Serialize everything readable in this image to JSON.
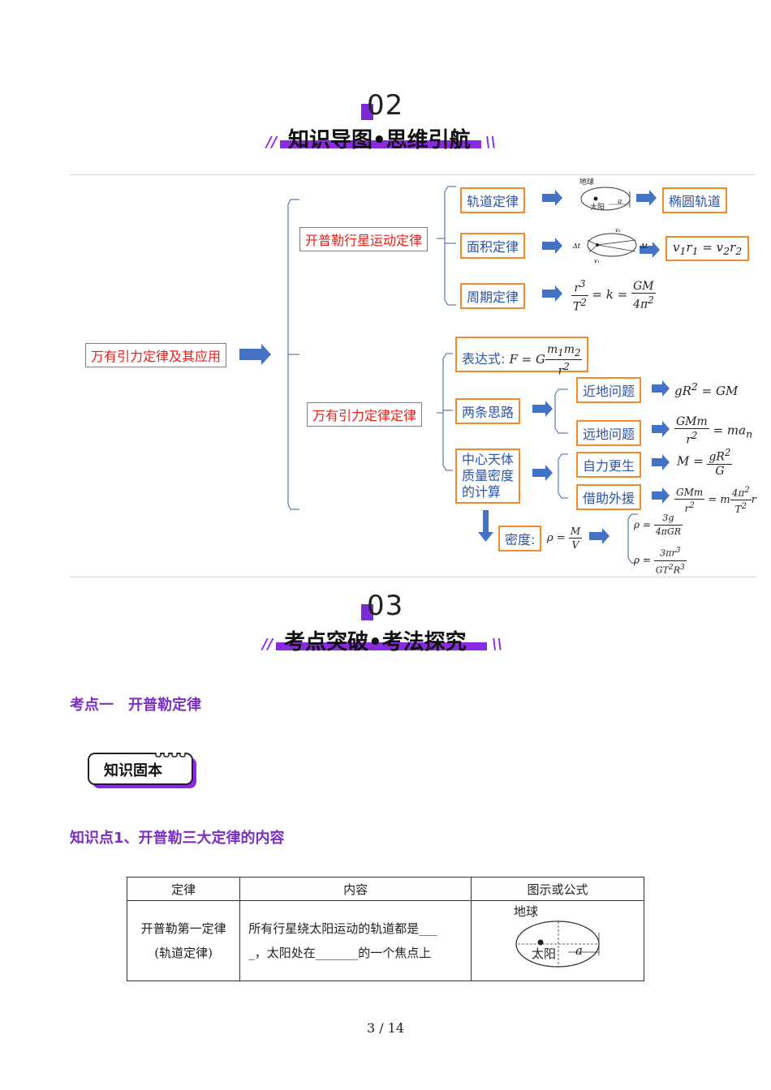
{
  "section2": {
    "number": "02",
    "title": "知识导图•思维引航"
  },
  "section3": {
    "number": "03",
    "title": "考点突破•考法探究"
  },
  "mindmap": {
    "root": "万有引力定律及其应用",
    "branch1": "开普勒行星运动定律",
    "branch2": "万有引力定律定律",
    "law1": "轨道定律",
    "law2": "面积定律",
    "law3": "周期定律",
    "law1_result": "椭圆轨道",
    "earth_label": "地球",
    "sun_label": "太阳",
    "a_label": "a",
    "expr_label": "表达式:",
    "two_ideas": "两条思路",
    "near": "近地问题",
    "far": "远地问题",
    "central_l1": "中心天体",
    "central_l2": "质量密度",
    "central_l3": "的计算",
    "self": "自力更生",
    "borrow": "借助外援",
    "density": "密度:"
  },
  "topic1": "考点一　开普勒定律",
  "badge": "知识固本",
  "point1": "知识点1、开普勒三大定律的内容",
  "table": {
    "headers": [
      "定律",
      "内容",
      "图示或公式"
    ],
    "row1": {
      "law_line1": "开普勒第一定律",
      "law_line2": "(轨道定律)",
      "content_line1": "所有行星绕太阳运动的轨道都是___",
      "content_line2": "_，太阳处在_______的一个焦点上",
      "earth": "地球",
      "sun": "太阳",
      "a": "a"
    }
  },
  "pager": "3 / 14",
  "colors": {
    "purple": "#8a2be2",
    "arrow_blue": "#4472c4",
    "orange": "#f08a2c",
    "red": "#e3201b"
  }
}
